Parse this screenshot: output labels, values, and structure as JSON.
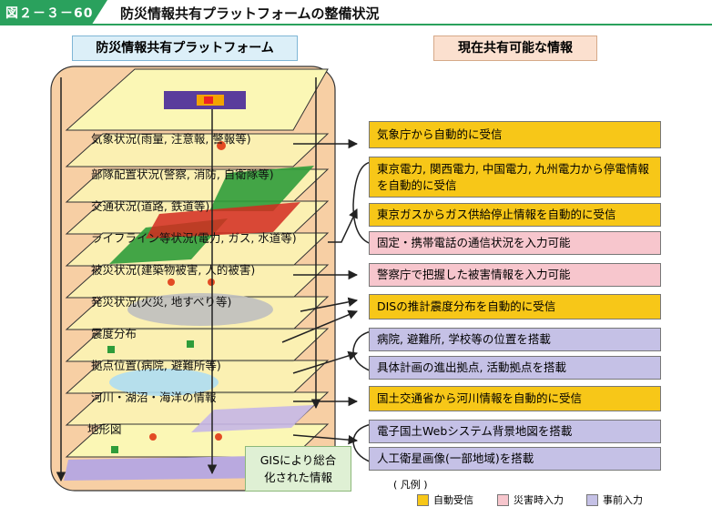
{
  "header": {
    "figure_number": "図２－３－60",
    "title": "防災情報共有プラットフォームの整備状況"
  },
  "left_heading": "防災情報共有プラットフォーム",
  "right_heading": "現在共有可能な情報",
  "layers": [
    "気象状況(雨量, 注意報, 警報等)",
    "部隊配置状況(警察, 消防, 自衛隊等)",
    "交通状況(道路, 鉄道等)",
    "ライフライン等状況(電力, ガス, 水道等)",
    "被災状況(建築物被害, 人的被害)",
    "発災状況(火災, 地すべり等)",
    "震度分布",
    "拠点位置(病院, 避難所等)",
    "河川・湖沼・海洋の情報",
    "地形図"
  ],
  "info_boxes": [
    {
      "text": "気象庁から自動的に受信",
      "category": "auto"
    },
    {
      "text": "東京電力, 関西電力, 中国電力, 九州電力から停電情報を自動的に受信",
      "category": "auto"
    },
    {
      "text": "東京ガスからガス供給停止情報を自動的に受信",
      "category": "auto"
    },
    {
      "text": "固定・携帯電話の通信状況を入力可能",
      "category": "disaster"
    },
    {
      "text": "警察庁で把握した被害情報を入力可能",
      "category": "disaster"
    },
    {
      "text": "DISの推計震度分布を自動的に受信",
      "category": "auto"
    },
    {
      "text": "病院, 避難所, 学校等の位置を搭載",
      "category": "prior"
    },
    {
      "text": "具体計画の進出拠点, 活動拠点を搭載",
      "category": "prior"
    },
    {
      "text": "国土交通省から河川情報を自動的に受信",
      "category": "auto"
    },
    {
      "text": "電子国土Webシステム背景地図を搭載",
      "category": "prior"
    },
    {
      "text": "人工衛星画像(一部地域)を搭載",
      "category": "prior"
    }
  ],
  "gis_note": "GISにより総合\n化された情報",
  "legend": {
    "title": "( 凡例 )",
    "items": [
      {
        "label": "自動受信",
        "color": "#f7c718"
      },
      {
        "label": "災害時入力",
        "color": "#f7c6cd"
      },
      {
        "label": "事前入力",
        "color": "#c5c1e6"
      }
    ]
  },
  "colors": {
    "accent_green": "#2aa15d",
    "layer_fill": "#fbf7b5",
    "column_fill": "#f7cfa4"
  }
}
